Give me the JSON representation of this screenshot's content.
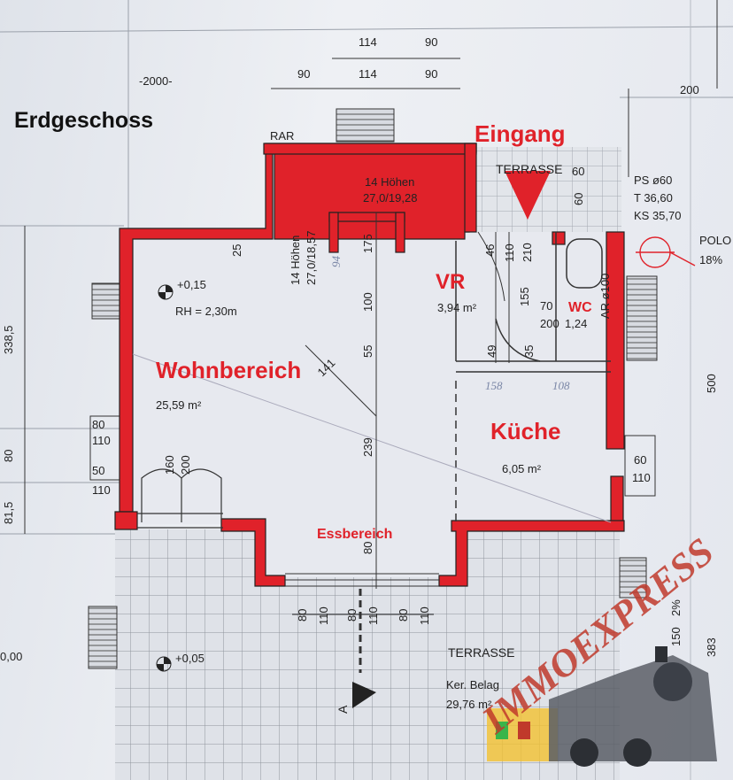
{
  "title": "Erdgeschoss",
  "rooms": {
    "entrance": "Eingang",
    "vestibule": "VR",
    "vestibule_area": "3,94 m²",
    "wc": "WC",
    "living": "Wohnbereich",
    "living_area": "25,59 m²",
    "kitchen": "Küche",
    "kitchen_area": "6,05 m²",
    "dining": "Essbereich",
    "terrace_top": "TERRASSE",
    "terrace_bottom": "TERRASSE",
    "terrace_material": "Ker. Belag",
    "terrace_area": "29,76 m²"
  },
  "annotations": {
    "level_living": "+0,15",
    "room_height": "RH = 2,30m",
    "level_terrace": "+0,05",
    "stairs": "14 Höhen",
    "stairs_ratio": "27,0/19,28",
    "stairs_side": "14 Höhen",
    "stairs_side_ratio": "27,0/18,57",
    "rar": "RAR",
    "ps": "PS ø60",
    "t": "T  36,60",
    "ks": "KS 35,70",
    "polo": "POLO",
    "polo_pct": "18%",
    "section_mark": "A",
    "dim_2000": "-2000-",
    "dim_200": "200",
    "dim_114_top": "114",
    "dim_90_top": "90",
    "dim_90": "90",
    "dim_114": "114",
    "dim_90b": "90",
    "dim_338": "338,5",
    "dim_80": "80",
    "dim_81": "81,5",
    "dim_000": "0,00",
    "dim_500": "500",
    "dim_383": "383",
    "dim_150": "150",
    "dim_2pct": "2%",
    "dim_25": "25",
    "dim_94": "94",
    "dim_175": "175",
    "dim_100": "100",
    "dim_55": "55",
    "dim_141": "141",
    "dim_239": "239",
    "dim_80v": "80",
    "dim_46": "46",
    "dim_110v": "110",
    "dim_210": "210",
    "dim_155": "155",
    "dim_70": "70",
    "dim_200s": "200",
    "dim_124": "1,24",
    "dim_49": "49",
    "dim_35": "35",
    "dim_60a": "60",
    "dim_60b": "60",
    "dim_80w": "80",
    "dim_110w": "110",
    "dim_50w": "50",
    "dim_110w2": "110",
    "dim_160": "160",
    "dim_200d": "200",
    "dim_60e": "60",
    "dim_110e": "110",
    "dim_b1": "80",
    "dim_b2": "110",
    "dim_b3": "80",
    "dim_b4": "110",
    "dim_b5": "80",
    "dim_b6": "110",
    "hand_1": "158",
    "hand_2": "108",
    "dim_ar": "AR ø100"
  },
  "watermark": "IMMOEXPRESS",
  "colors": {
    "wall": "#e0222a",
    "label": "#e0222a",
    "paper": "#e6e9ee"
  }
}
